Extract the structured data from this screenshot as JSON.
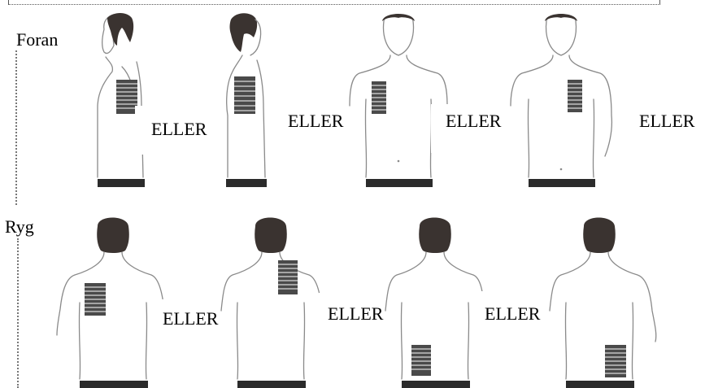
{
  "sections": {
    "front_label": "Foran",
    "back_label": "Ryg"
  },
  "separators": {
    "front": [
      "ELLER",
      "ELLER",
      "ELLER",
      "ELLER"
    ],
    "back": [
      "ELLER",
      "ELLER",
      "ELLER"
    ]
  },
  "colors": {
    "hair_head": "#3a3330",
    "outline": "#8a8a8a",
    "pad_patch": "#4a4a4a",
    "waistband": "#2b2b2b"
  },
  "figures": {
    "front": [
      {
        "view": "side-facing-left",
        "pad": "chest"
      },
      {
        "view": "side-facing-right",
        "pad": "chest"
      },
      {
        "view": "front",
        "pad": "right-chest"
      },
      {
        "view": "front",
        "pad": "left-chest"
      }
    ],
    "back": [
      {
        "view": "back",
        "pad": "left-upper-back"
      },
      {
        "view": "back",
        "pad": "right-upper-back"
      },
      {
        "view": "back",
        "pad": "lower-back-center"
      },
      {
        "view": "back",
        "pad": "lower-back-right"
      }
    ]
  }
}
